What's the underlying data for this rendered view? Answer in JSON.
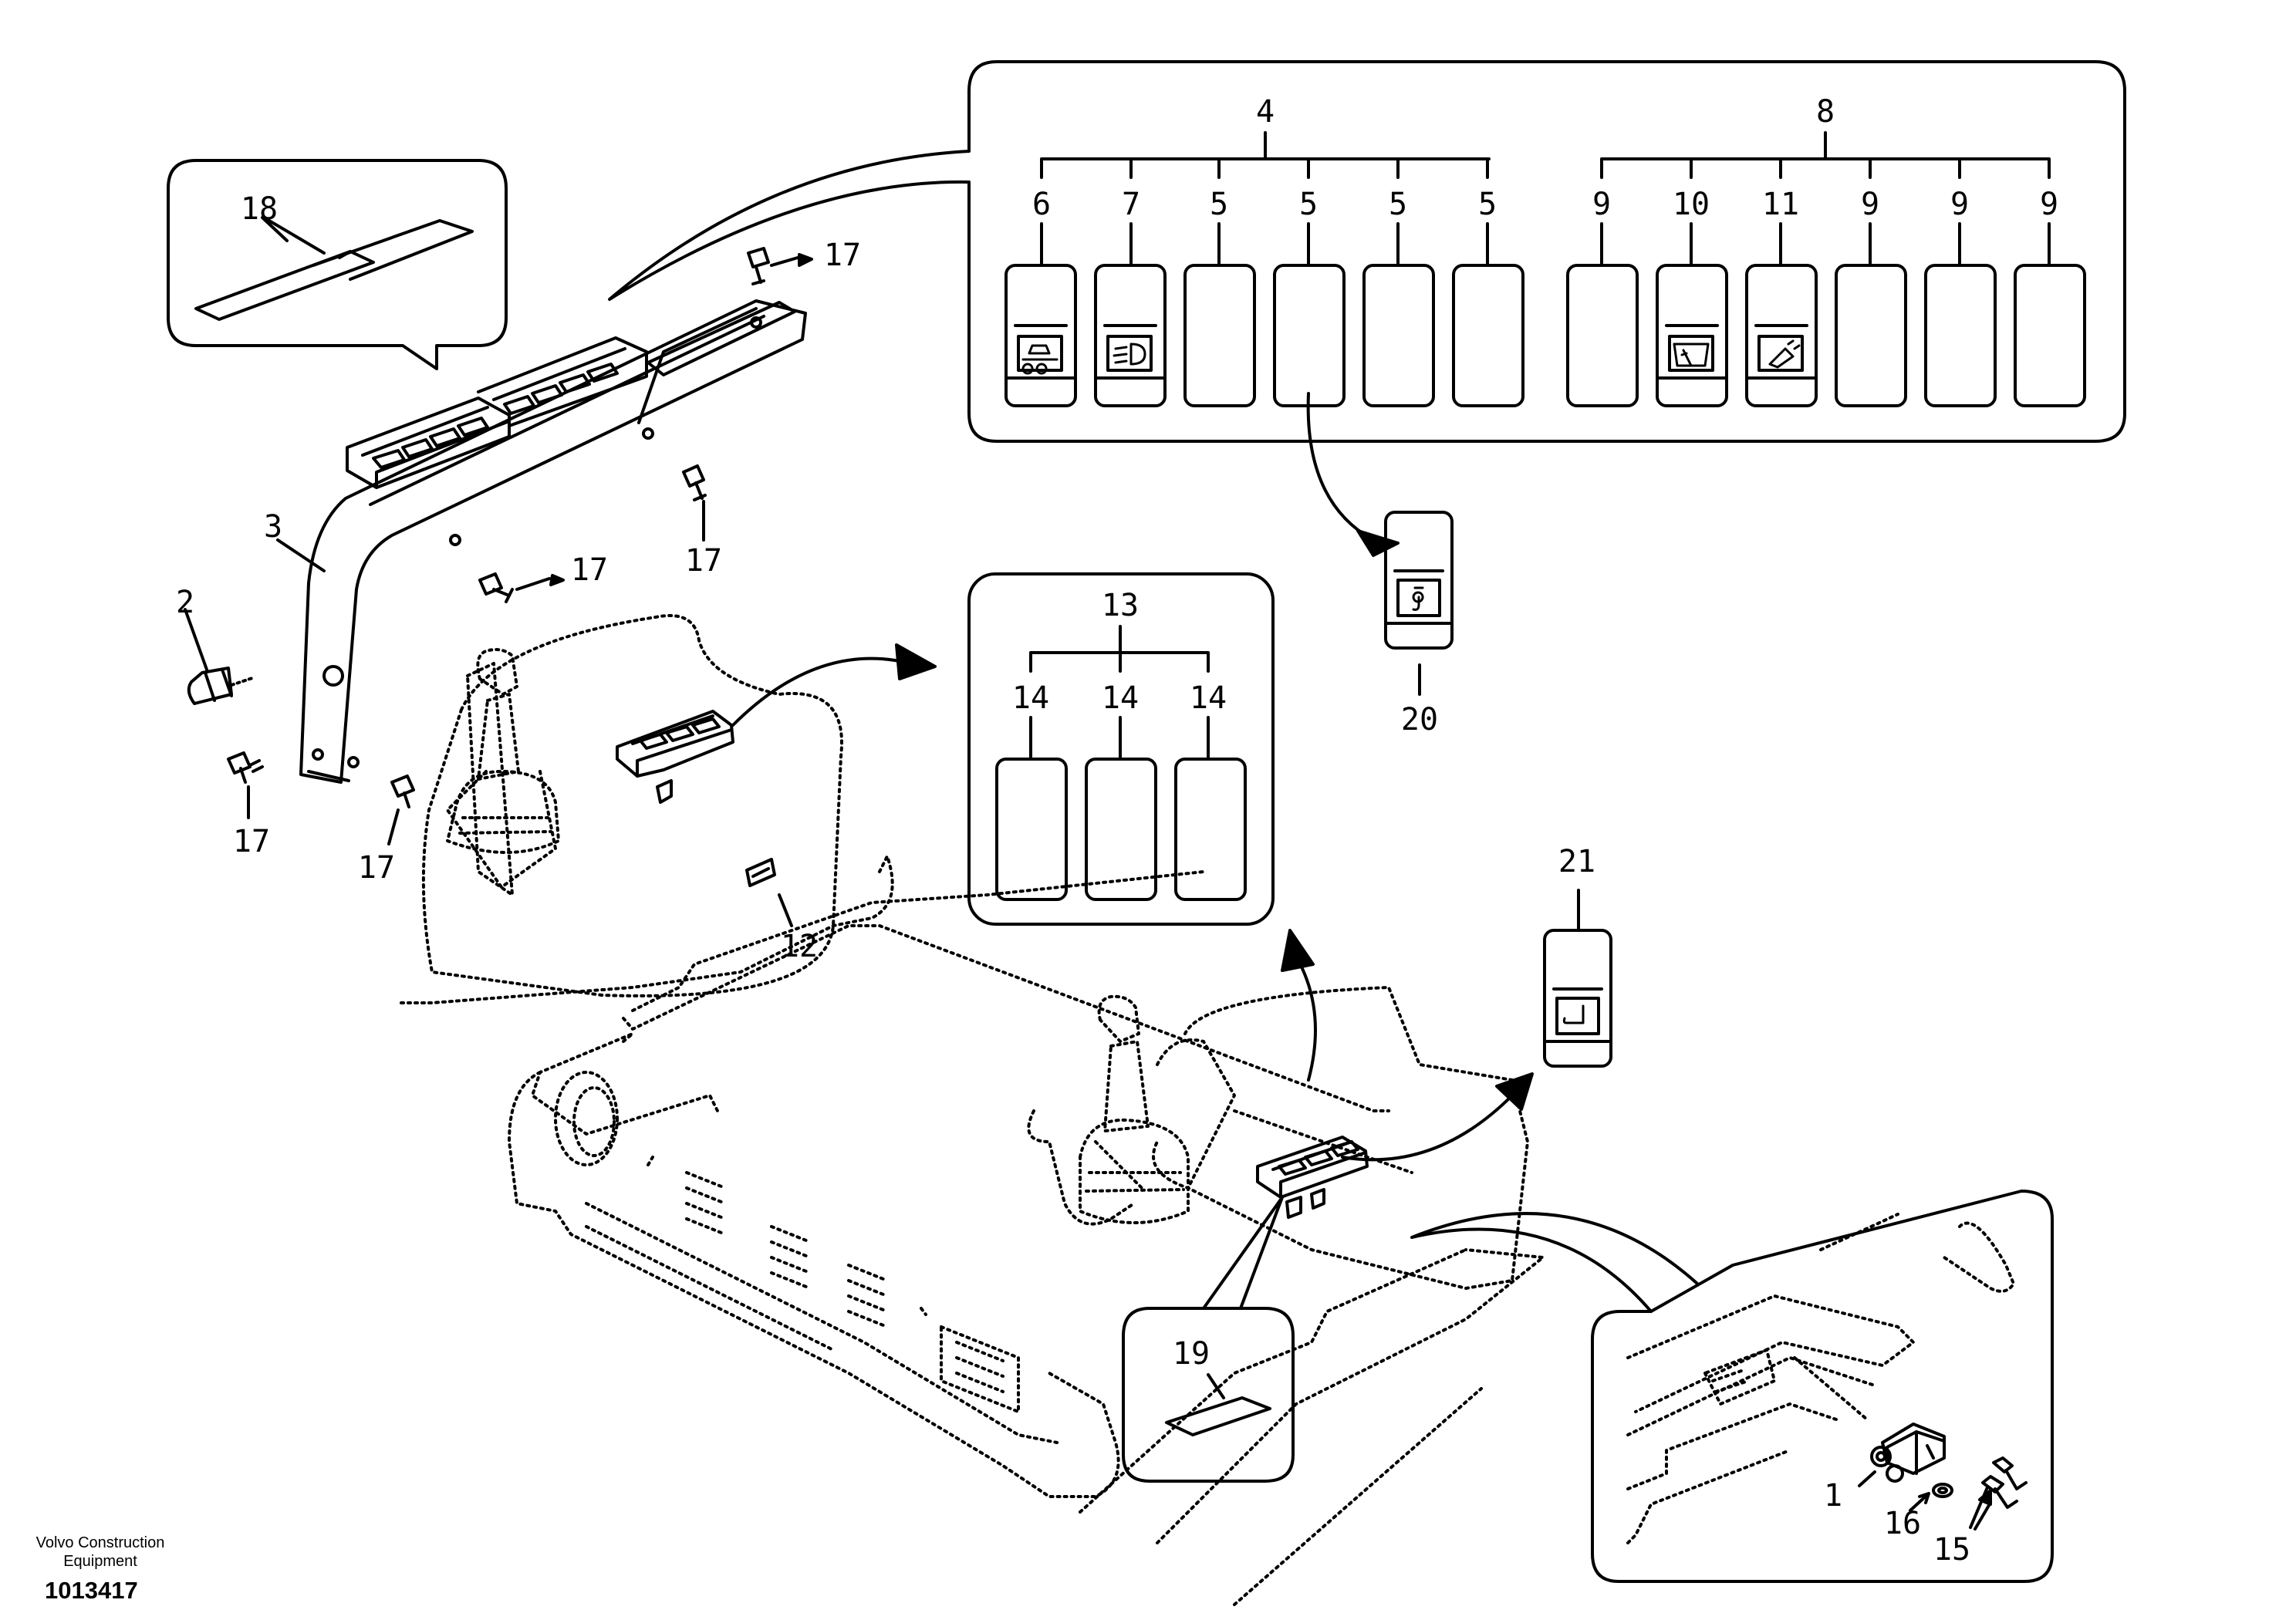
{
  "footer": {
    "brand_line1": "Volvo Construction",
    "brand_line2": "Equipment",
    "document_number": "1013417"
  },
  "labels": {
    "l1": "1",
    "l2": "2",
    "l3": "3",
    "l4": "4",
    "l5a": "5",
    "l5b": "5",
    "l5c": "5",
    "l5d": "5",
    "l6": "6",
    "l7": "7",
    "l8": "8",
    "l9a": "9",
    "l9b": "9",
    "l9c": "9",
    "l9d": "9",
    "l10": "10",
    "l11": "11",
    "l12": "12",
    "l13": "13",
    "l14a": "14",
    "l14b": "14",
    "l14c": "14",
    "l15": "15",
    "l16": "16",
    "l17a": "17",
    "l17b": "17",
    "l17c": "17",
    "l17d": "17",
    "l17e": "17",
    "l18": "18",
    "l19": "19",
    "l20": "20",
    "l21": "21"
  },
  "icons": {
    "switch6": "travel-speed-icon",
    "switch7": "work-light-icon",
    "switch10": "wiper-icon",
    "switch11": "washer-icon",
    "switch20": "hook-icon",
    "switch21": "seat-icon"
  }
}
